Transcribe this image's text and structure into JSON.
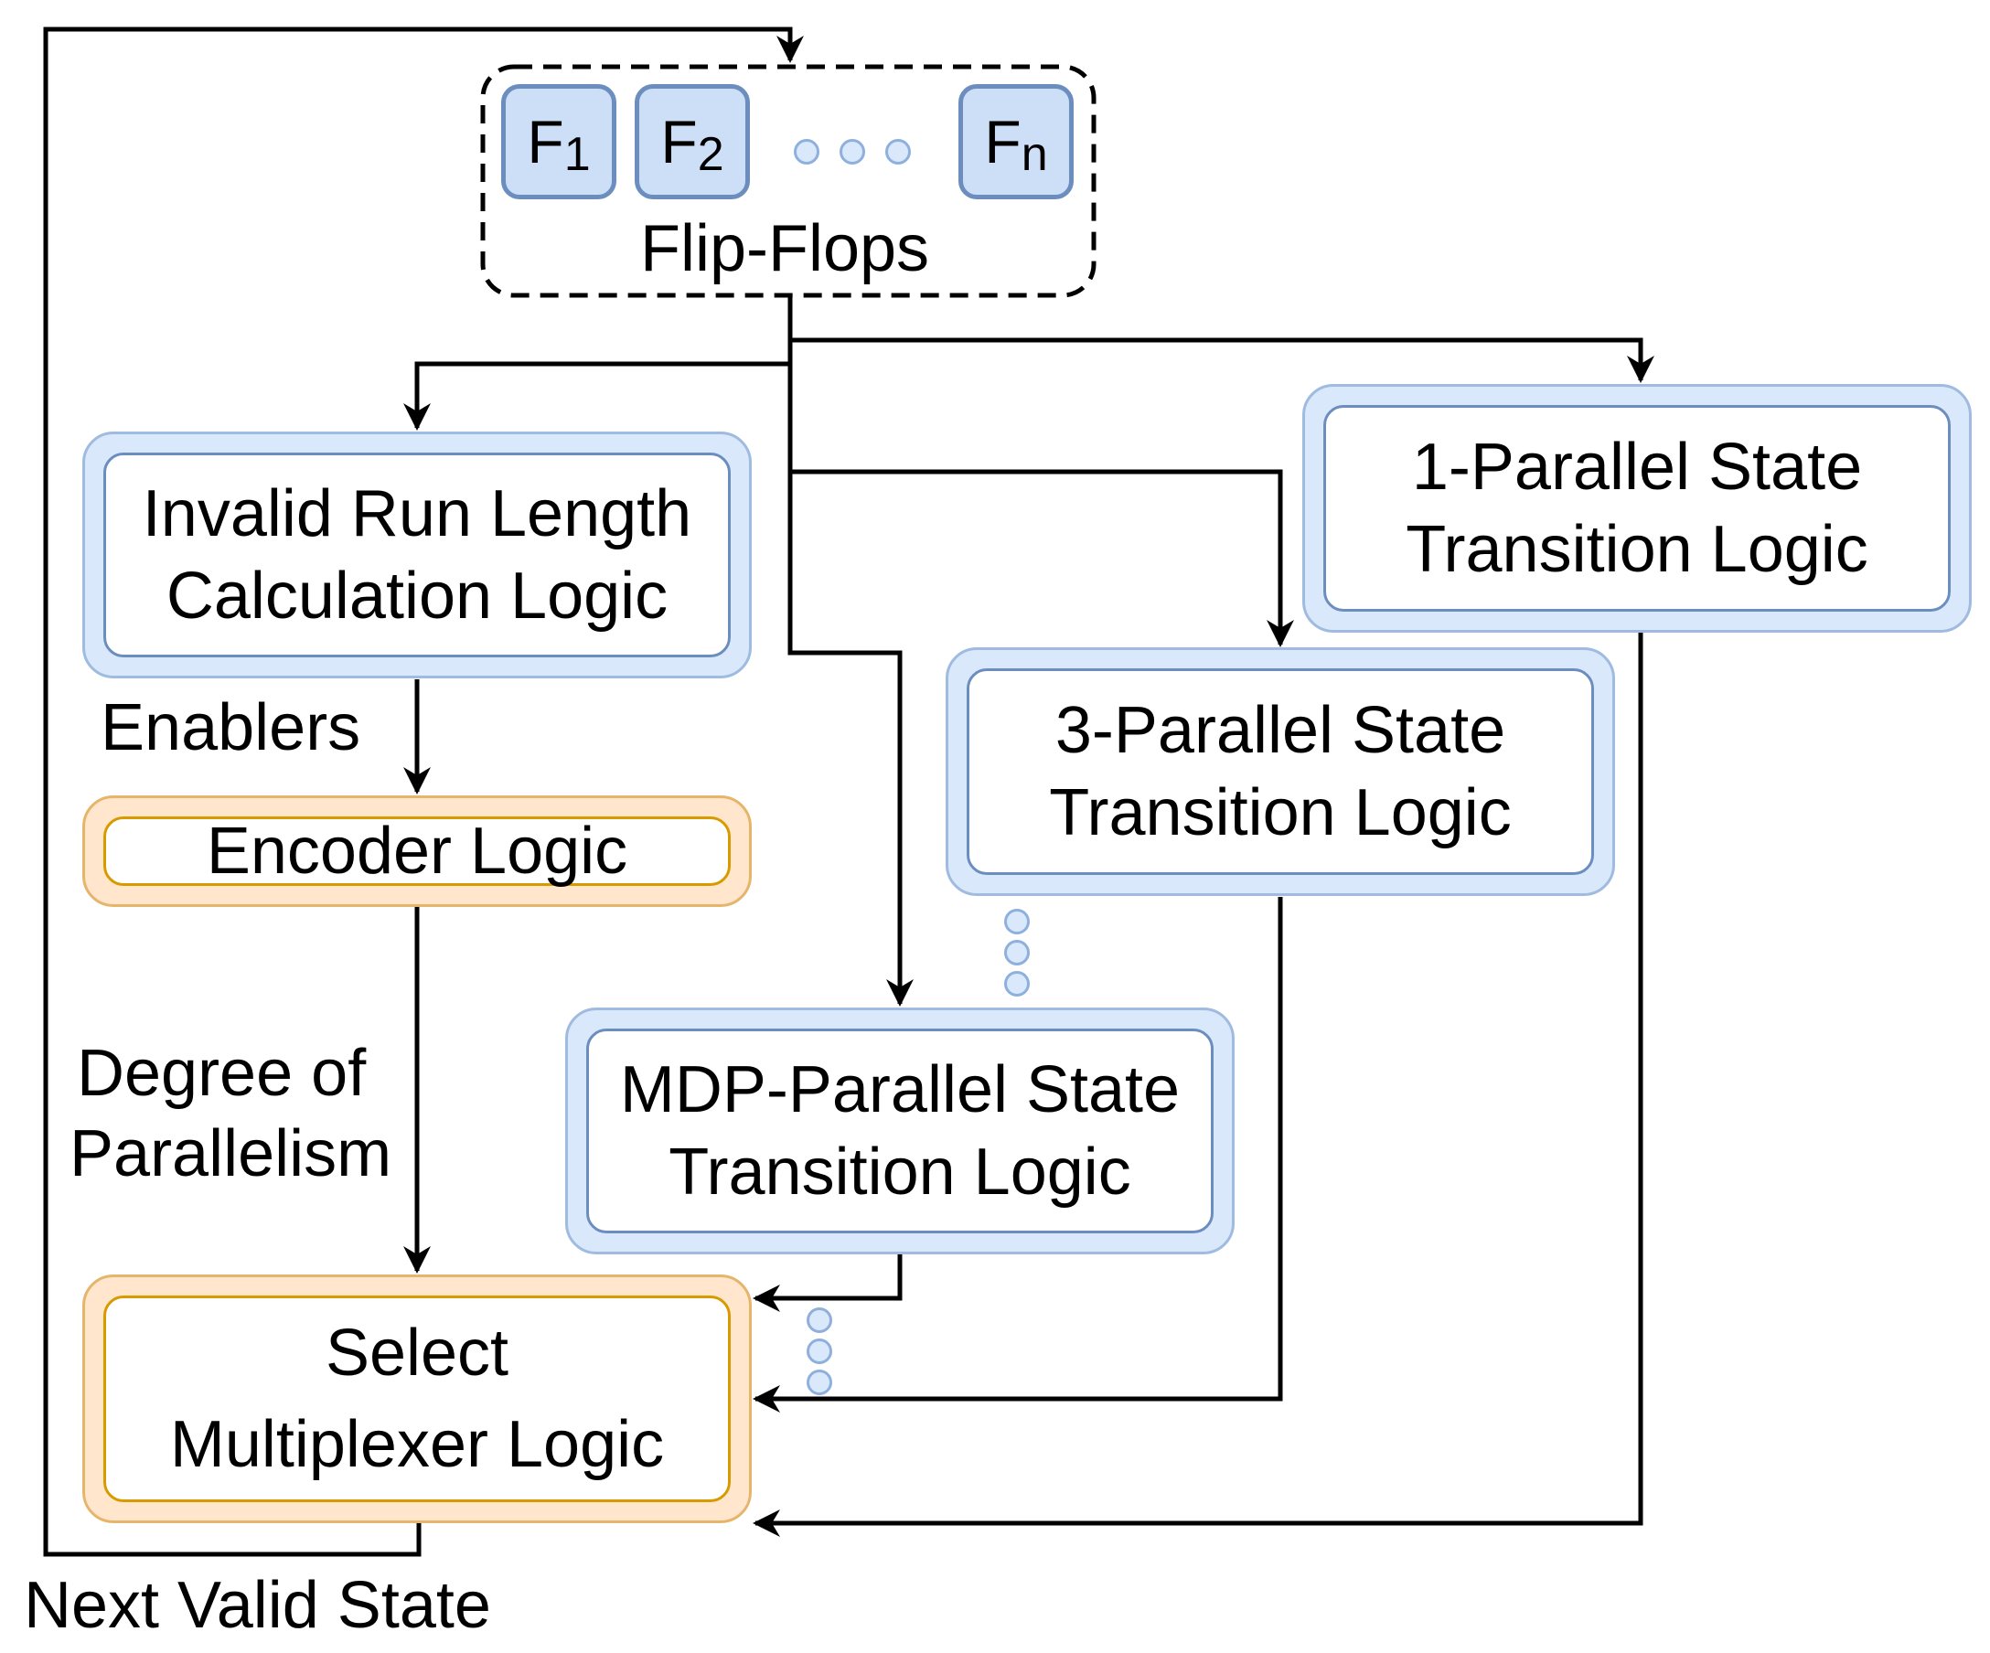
{
  "flipflops": {
    "items": [
      {
        "letter": "F",
        "sub": "1"
      },
      {
        "letter": "F",
        "sub": "2"
      },
      {
        "letter": "F",
        "sub": "n"
      }
    ],
    "label": "Flip-Flops"
  },
  "blocks": {
    "invalid_run": {
      "line1": "Invalid Run Length",
      "line2": "Calculation Logic"
    },
    "encoder": {
      "line1": "Encoder Logic"
    },
    "select_mux": {
      "line1": "Select",
      "line2": "Multiplexer Logic"
    },
    "p1": {
      "line1": "1-Parallel State",
      "line2": "Transition Logic"
    },
    "p3": {
      "line1": "3-Parallel State",
      "line2": "Transition Logic"
    },
    "pmdp": {
      "line1": "MDP-Parallel State",
      "line2": "Transition Logic"
    }
  },
  "labels": {
    "enablers": "Enablers",
    "degree_line1": "Degree of",
    "degree_line2": "Parallelism",
    "next_state": "Next Valid State"
  },
  "colors": {
    "blue_fill": "#dae8fc",
    "blue_stroke": "#6c8ebf",
    "orange_fill": "#ffe6cc",
    "orange_stroke": "#d79b00",
    "wire": "#000000"
  }
}
